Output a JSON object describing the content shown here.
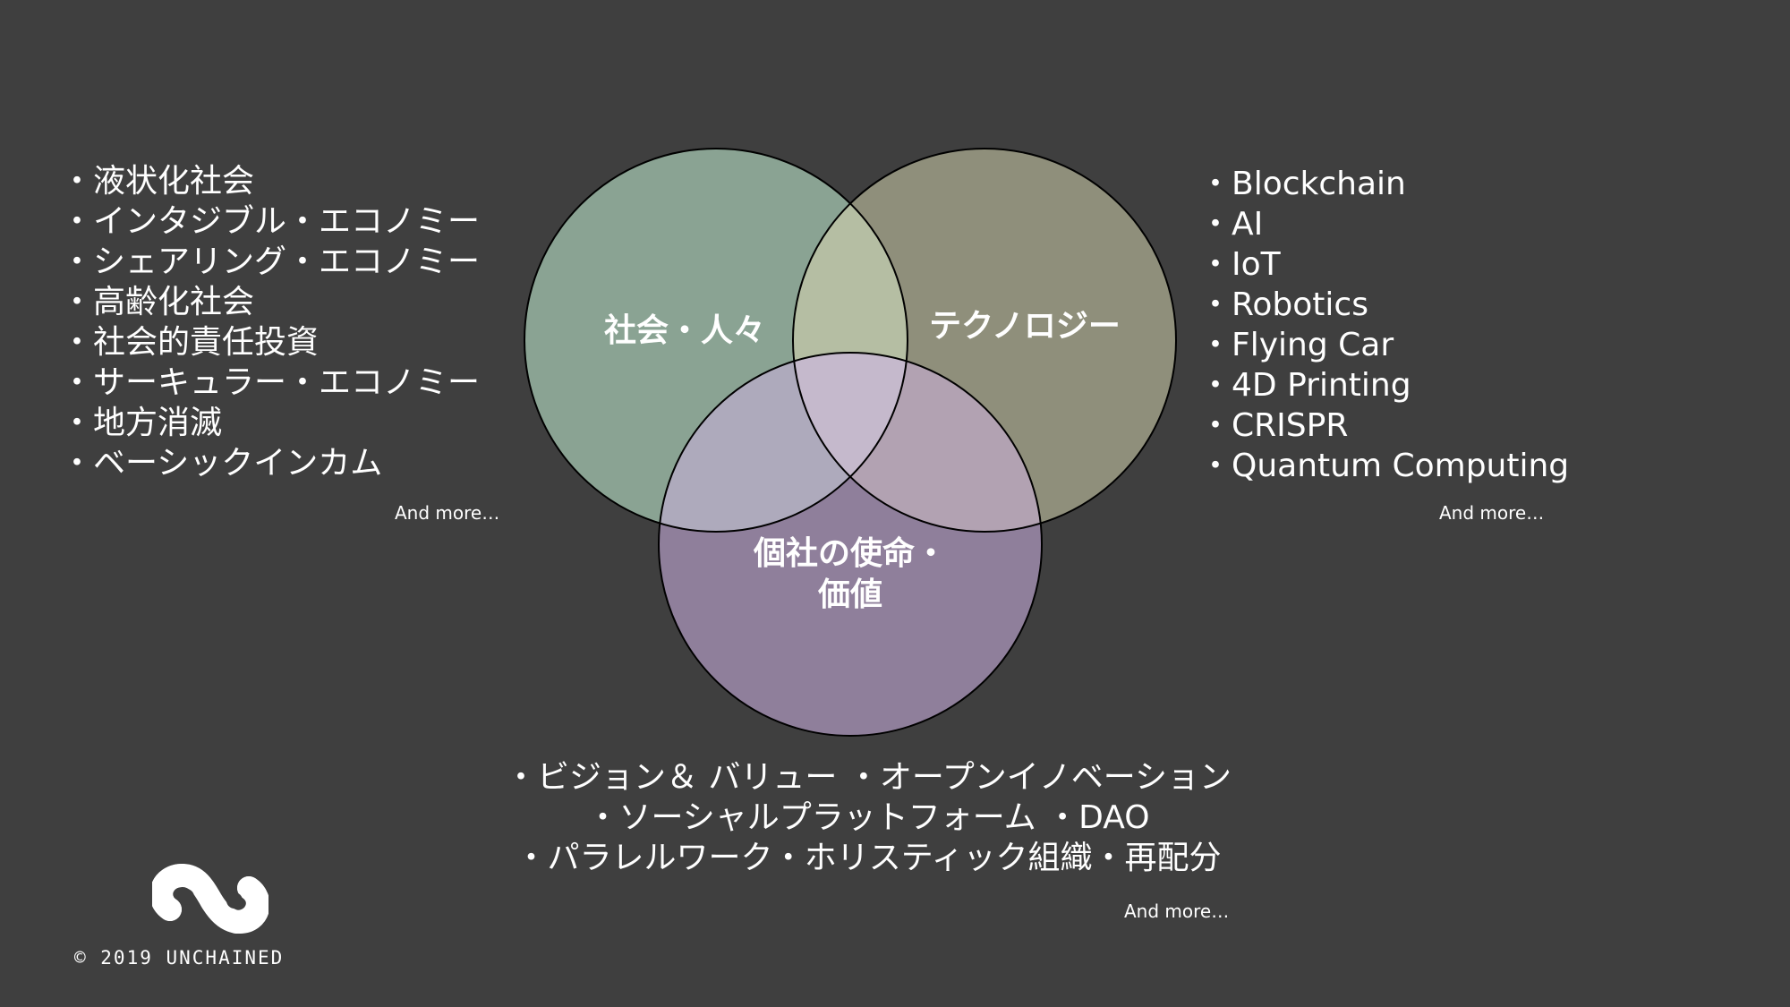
{
  "left_list": {
    "items": [
      "・液状化社会",
      "・インタジブル・エコノミー",
      "・シェアリング・エコノミー",
      "・高齢化社会",
      "・社会的責任投資",
      "・サーキュラー・エコノミー",
      "・地方消滅",
      "・ベーシックインカム"
    ],
    "more": "And more…"
  },
  "right_list": {
    "items": [
      "・Blockchain",
      "・AI",
      "・IoT",
      "・Robotics",
      "・Flying Car",
      "・4D Printing",
      "・CRISPR",
      "・Quantum Computing"
    ],
    "more": "And more…"
  },
  "venn": {
    "society_label": "社会・人々",
    "tech_label": "テクノロジー",
    "mission_label_line1": "個社の使命・",
    "mission_label_line2": "価値",
    "colors": {
      "society": "#8aa393",
      "technology": "#8f8f7b",
      "mission": "#8f7f9b",
      "society_tech": "#b5bea3",
      "society_mission": "#aeaabc",
      "tech_mission": "#b2a2b2",
      "center": "#c5b9cc"
    }
  },
  "bottom_list": {
    "lines": [
      "・ビジョン＆ バリュー ・オープンイノベーション",
      "・ソーシャルプラットフォーム ・DAO",
      "・パラレルワーク・ホリスティック組織・再配分"
    ],
    "more": "And more…"
  },
  "footer": {
    "logo_icon": "unchained-logo-icon",
    "copyright": "© 2019 UNCHAINED"
  }
}
